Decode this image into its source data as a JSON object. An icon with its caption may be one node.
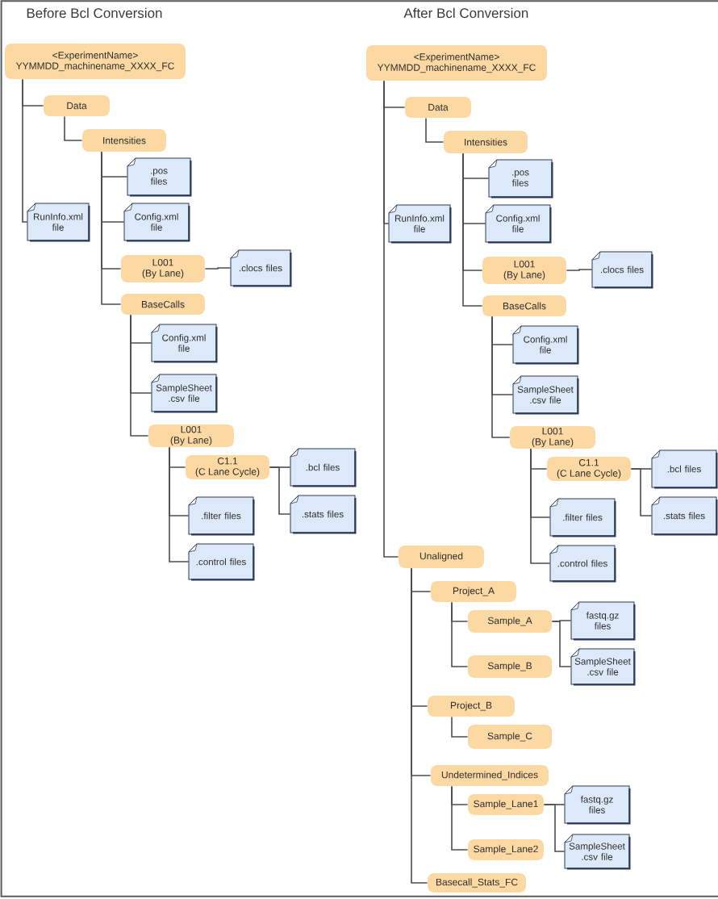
{
  "diagram": {
    "nodes": [
      {
        "text": [
          "<ExperimentName>",
          "YYMMDD_machinename_XXXX_FC"
        ]
      },
      {
        "text": [
          "Data"
        ]
      },
      {
        "text": [
          "Intensities"
        ]
      },
      {
        "text": [
          ".pos files"
        ]
      },
      {
        "text": [
          "RunInfo.xml file"
        ]
      },
      {
        "text": [
          "Config.xml file"
        ]
      },
      {
        "text": [
          "L001",
          "(By Lane)"
        ]
      },
      {
        "text": [
          ".clocs files"
        ]
      },
      {
        "text": [
          "BaseCalls"
        ]
      },
      {
        "text": [
          "Config.xml file"
        ]
      },
      {
        "text": [
          "SampleSheet .csv file"
        ]
      },
      {
        "text": [
          "L001",
          "(By Lane)"
        ]
      },
      {
        "text": [
          "C1.1",
          "(C Lane Cycle)"
        ]
      },
      {
        "text": [
          ".bcl files"
        ]
      },
      {
        "text": [
          ".filter files"
        ]
      },
      {
        "text": [
          ".stats files"
        ]
      },
      {
        "text": [
          ".control files"
        ]
      },
      {
        "text": [
          "<ExperimentName>",
          "YYMMDD_machinename_XXXX_FC"
        ]
      },
      {
        "text": [
          "Data"
        ]
      },
      {
        "text": [
          "Intensities"
        ]
      },
      {
        "text": [
          ".pos files"
        ]
      },
      {
        "text": [
          "RunInfo.xml file"
        ]
      },
      {
        "text": [
          "Config.xml file"
        ]
      },
      {
        "text": [
          "L001",
          "(By Lane)"
        ]
      },
      {
        "text": [
          ".clocs files"
        ]
      },
      {
        "text": [
          "BaseCalls"
        ]
      },
      {
        "text": [
          "Config.xml file"
        ]
      },
      {
        "text": [
          "SampleSheet .csv file"
        ]
      },
      {
        "text": [
          "L001",
          "(By Lane)"
        ]
      },
      {
        "text": [
          "C1.1",
          "(C Lane Cycle)"
        ]
      },
      {
        "text": [
          ".bcl files"
        ]
      },
      {
        "text": [
          ".filter files"
        ]
      },
      {
        "text": [
          ".stats files"
        ]
      },
      {
        "text": [
          ".control files"
        ]
      },
      {
        "text": [
          "Unaligned"
        ]
      },
      {
        "text": [
          "Project_A"
        ]
      },
      {
        "text": [
          "Sample_A"
        ]
      },
      {
        "text": [
          "fastq.gz files"
        ]
      },
      {
        "text": [
          "SampleSheet .csv file"
        ]
      },
      {
        "text": [
          "Sample_B"
        ]
      },
      {
        "text": [
          "Project_B"
        ]
      },
      {
        "text": [
          "Sample_C"
        ]
      },
      {
        "text": [
          "Undetermined_Indices"
        ]
      },
      {
        "text": [
          "Sample_Lane1"
        ]
      },
      {
        "text": [
          "fastq.gz files"
        ]
      },
      {
        "text": [
          "SampleSheet .csv file"
        ]
      },
      {
        "text": [
          "Sample_Lane2"
        ]
      },
      {
        "text": [
          "Basecall_Stats_FC"
        ]
      }
    ],
    "edges": [
      {
        "from": 0,
        "to": 1,
        "arrow": "none"
      },
      {
        "from": 0,
        "to": 4,
        "arrow": "none"
      },
      {
        "from": 1,
        "to": 2,
        "arrow": "none"
      },
      {
        "from": 2,
        "to": 3,
        "arrow": "none"
      },
      {
        "from": 2,
        "to": 5,
        "arrow": "none"
      },
      {
        "from": 2,
        "to": 6,
        "arrow": "none"
      },
      {
        "from": 2,
        "to": 8,
        "arrow": "none"
      },
      {
        "from": 6,
        "to": 7,
        "arrow": "none"
      },
      {
        "from": 8,
        "to": 9,
        "arrow": "none"
      },
      {
        "from": 8,
        "to": 10,
        "arrow": "none"
      },
      {
        "from": 8,
        "to": 11,
        "arrow": "none"
      },
      {
        "from": 11,
        "to": 12,
        "arrow": "none"
      },
      {
        "from": 11,
        "to": 14,
        "arrow": "none"
      },
      {
        "from": 11,
        "to": 16,
        "arrow": "none"
      },
      {
        "from": 12,
        "to": 13,
        "arrow": "none"
      },
      {
        "from": 12,
        "to": 15,
        "arrow": "none"
      },
      {
        "from": 17,
        "to": 18,
        "arrow": "none"
      },
      {
        "from": 17,
        "to": 21,
        "arrow": "none"
      },
      {
        "from": 18,
        "to": 19,
        "arrow": "none"
      },
      {
        "from": 19,
        "to": 20,
        "arrow": "none"
      },
      {
        "from": 19,
        "to": 22,
        "arrow": "none"
      },
      {
        "from": 19,
        "to": 23,
        "arrow": "none"
      },
      {
        "from": 19,
        "to": 25,
        "arrow": "none"
      },
      {
        "from": 23,
        "to": 24,
        "arrow": "none"
      },
      {
        "from": 25,
        "to": 26,
        "arrow": "none"
      },
      {
        "from": 25,
        "to": 27,
        "arrow": "none"
      },
      {
        "from": 25,
        "to": 28,
        "arrow": "none"
      },
      {
        "from": 28,
        "to": 29,
        "arrow": "none"
      },
      {
        "from": 28,
        "to": 31,
        "arrow": "none"
      },
      {
        "from": 28,
        "to": 33,
        "arrow": "none"
      },
      {
        "from": 29,
        "to": 30,
        "arrow": "none"
      },
      {
        "from": 29,
        "to": 32,
        "arrow": "none"
      },
      {
        "from": 17,
        "to": 34,
        "arrow": "none"
      },
      {
        "from": 34,
        "to": 35,
        "arrow": "none"
      },
      {
        "from": 35,
        "to": 36,
        "arrow": "none"
      },
      {
        "from": 36,
        "to": 37,
        "arrow": "none"
      },
      {
        "from": 36,
        "to": 38,
        "arrow": "none"
      },
      {
        "from": 35,
        "to": 39,
        "arrow": "none"
      },
      {
        "from": 34,
        "to": 40,
        "arrow": "none"
      },
      {
        "from": 40,
        "to": 41,
        "arrow": "none"
      },
      {
        "from": 34,
        "to": 42,
        "arrow": "none"
      },
      {
        "from": 42,
        "to": 43,
        "arrow": "none"
      },
      {
        "from": 43,
        "to": 44,
        "arrow": "none"
      },
      {
        "from": 43,
        "to": 45,
        "arrow": "none"
      },
      {
        "from": 42,
        "to": 46,
        "arrow": "none"
      },
      {
        "from": 34,
        "to": 47,
        "arrow": "none"
      }
    ],
    "labels": [
      "Before Bcl Conversion",
      "After Bcl Conversion"
    ]
  }
}
